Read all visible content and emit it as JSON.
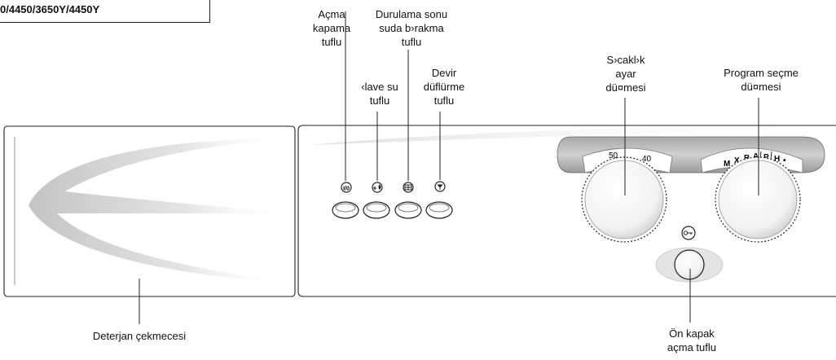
{
  "model": "0/4450/3650Y/4450Y",
  "labels": {
    "power": [
      "Açma",
      "kapama",
      "tuflu"
    ],
    "rinse_hold": [
      "Durulama sonu",
      "suda b›rakma",
      "tuflu"
    ],
    "extra_water": [
      "‹lave su",
      "tuflu"
    ],
    "spin_reduce": [
      "Devir",
      "düflürme",
      "tuflu"
    ],
    "temperature": [
      "S›cakl›k",
      "ayar",
      "dü¤mesi"
    ],
    "program": [
      "Program seçme",
      "dü¤mesi"
    ],
    "detergent": "Deterjan çekmecesi",
    "door": [
      "Ön kapak",
      "açma tuflu"
    ]
  },
  "buttons": {
    "power_symbol": "I/0",
    "extra_water_symbol": "+",
    "rinse_hold_symbol": "",
    "spin_symbol": ""
  },
  "dials": {
    "temperature_marks": [
      "50",
      "40"
    ],
    "program_letters": [
      "M",
      "X",
      "B",
      "A",
      "P",
      "H",
      "•"
    ]
  }
}
